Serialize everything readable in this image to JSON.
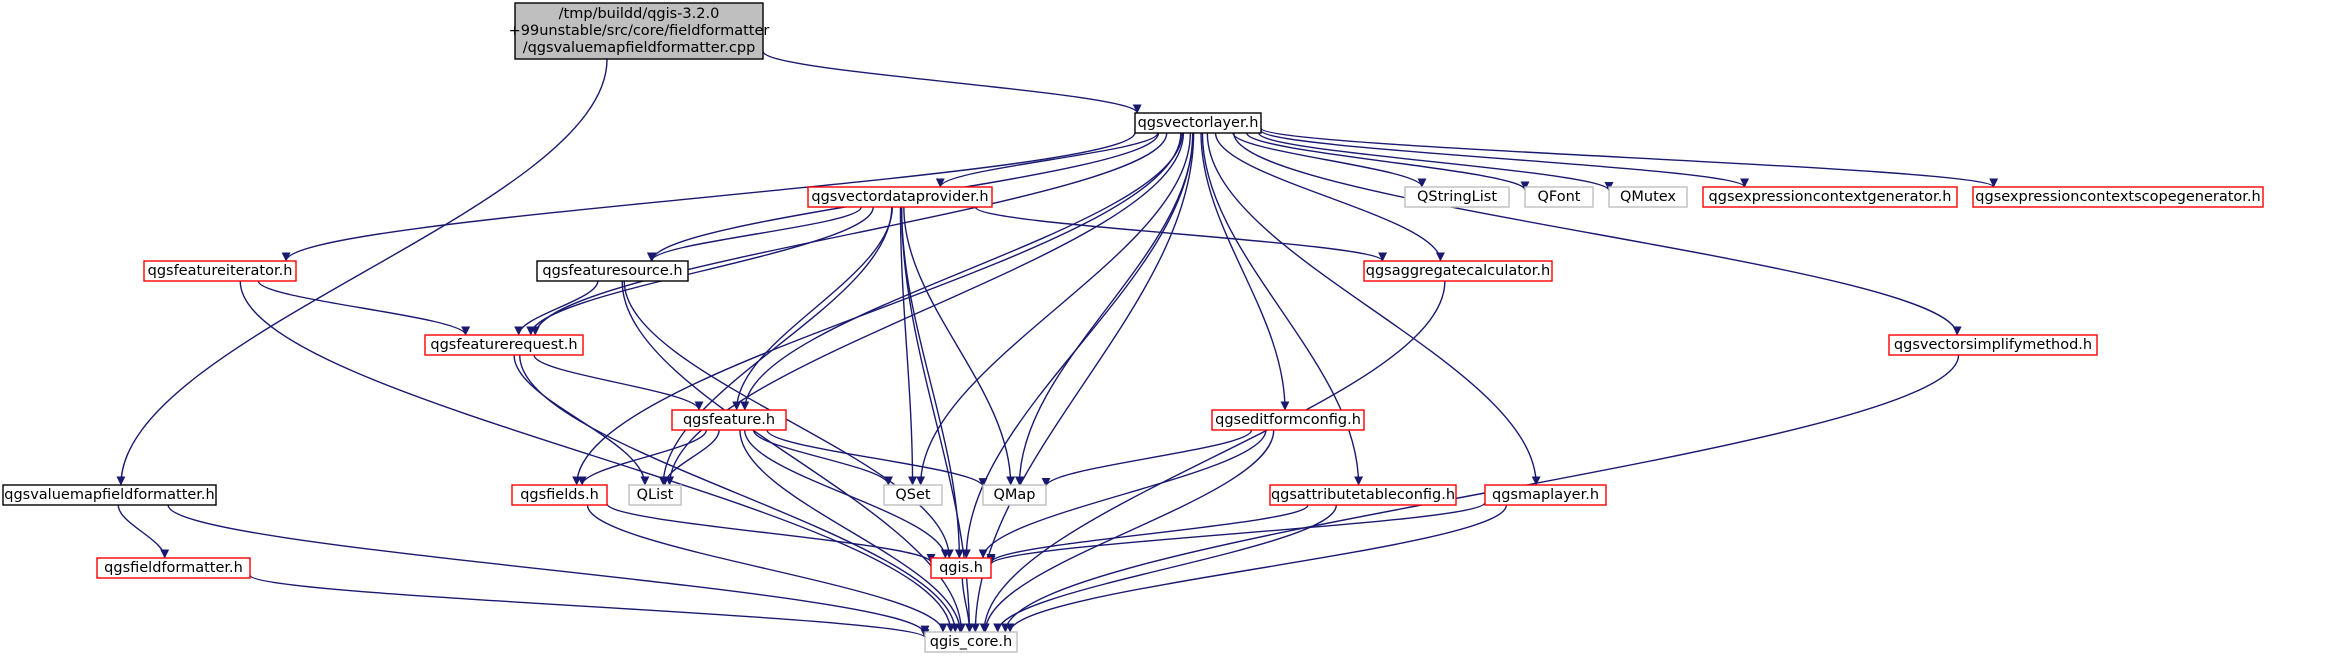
{
  "colors": {
    "edge": "#191970",
    "border_root": "#000000",
    "fill_root": "#bfbfbf",
    "border_documented": "#000000",
    "border_linked": "#ff0000",
    "border_external": "#bfbfbf",
    "fill_default": "#ffffff"
  },
  "nodes": {
    "root": {
      "lines": [
        "/tmp/buildd/qgis-3.2.0",
        "+99unstable/src/core/fieldformatter",
        "/qgsvaluemapfieldformatter.cpp"
      ],
      "kind": "root"
    },
    "qgsvectorlayer": {
      "lines": [
        "qgsvectorlayer.h"
      ],
      "kind": "documented"
    },
    "qgsvaluemapfieldformatter": {
      "lines": [
        "qgsvaluemapfieldformatter.h"
      ],
      "kind": "documented"
    },
    "qgsfieldformatter": {
      "lines": [
        "qgsfieldformatter.h"
      ],
      "kind": "linked"
    },
    "qgis_core": {
      "lines": [
        "qgis_core.h"
      ],
      "kind": "external"
    },
    "qgsvectordataprovider": {
      "lines": [
        "qgsvectordataprovider.h"
      ],
      "kind": "linked"
    },
    "qstringlist": {
      "lines": [
        "QStringList"
      ],
      "kind": "external"
    },
    "qfont": {
      "lines": [
        "QFont"
      ],
      "kind": "external"
    },
    "qmutex": {
      "lines": [
        "QMutex"
      ],
      "kind": "external"
    },
    "qgsexpressioncontextgenerator": {
      "lines": [
        "qgsexpressioncontextgenerator.h"
      ],
      "kind": "linked"
    },
    "qgsexpressioncontextscopegenerator": {
      "lines": [
        "qgsexpressioncontextscopegenerator.h"
      ],
      "kind": "linked"
    },
    "qgsfeatureiterator": {
      "lines": [
        "qgsfeatureiterator.h"
      ],
      "kind": "linked"
    },
    "qgsfeaturesource": {
      "lines": [
        "qgsfeaturesource.h"
      ],
      "kind": "documented"
    },
    "qgsaggregatecalculator": {
      "lines": [
        "qgsaggregatecalculator.h"
      ],
      "kind": "linked"
    },
    "qgsvectorsimplifymethod": {
      "lines": [
        "qgsvectorsimplifymethod.h"
      ],
      "kind": "linked"
    },
    "qgsfeaturerequest": {
      "lines": [
        "qgsfeaturerequest.h"
      ],
      "kind": "linked"
    },
    "qgsfeature": {
      "lines": [
        "qgsfeature.h"
      ],
      "kind": "linked"
    },
    "qgseditformconfig": {
      "lines": [
        "qgseditformconfig.h"
      ],
      "kind": "linked"
    },
    "qgsfields": {
      "lines": [
        "qgsfields.h"
      ],
      "kind": "linked"
    },
    "qlist": {
      "lines": [
        "QList"
      ],
      "kind": "external"
    },
    "qset": {
      "lines": [
        "QSet"
      ],
      "kind": "external"
    },
    "qmap": {
      "lines": [
        "QMap"
      ],
      "kind": "external"
    },
    "qgsattributetableconfig": {
      "lines": [
        "qgsattributetableconfig.h"
      ],
      "kind": "linked"
    },
    "qgsmaplayer": {
      "lines": [
        "qgsmaplayer.h"
      ],
      "kind": "linked"
    },
    "qgis": {
      "lines": [
        "qgis.h"
      ],
      "kind": "linked"
    }
  },
  "edges": [
    [
      "root",
      "qgsvectorlayer"
    ],
    [
      "root",
      "qgsvaluemapfieldformatter"
    ],
    [
      "qgsvaluemapfieldformatter",
      "qgsfieldformatter"
    ],
    [
      "qgsvaluemapfieldformatter",
      "qgis_core"
    ],
    [
      "qgsfieldformatter",
      "qgis_core"
    ],
    [
      "qgsvectorlayer",
      "qgsvectordataprovider"
    ],
    [
      "qgsvectorlayer",
      "qstringlist"
    ],
    [
      "qgsvectorlayer",
      "qfont"
    ],
    [
      "qgsvectorlayer",
      "qmutex"
    ],
    [
      "qgsvectorlayer",
      "qgsexpressioncontextgenerator"
    ],
    [
      "qgsvectorlayer",
      "qgsexpressioncontextscopegenerator"
    ],
    [
      "qgsvectorlayer",
      "qgsfeatureiterator"
    ],
    [
      "qgsvectorlayer",
      "qgsfeaturesource"
    ],
    [
      "qgsvectorlayer",
      "qgsaggregatecalculator"
    ],
    [
      "qgsvectorlayer",
      "qgsvectorsimplifymethod"
    ],
    [
      "qgsvectorlayer",
      "qgsfeaturerequest"
    ],
    [
      "qgsvectorlayer",
      "qgsfeature"
    ],
    [
      "qgsvectorlayer",
      "qgseditformconfig"
    ],
    [
      "qgsvectorlayer",
      "qgsattributetableconfig"
    ],
    [
      "qgsvectorlayer",
      "qgsmaplayer"
    ],
    [
      "qgsvectorlayer",
      "qgsfields"
    ],
    [
      "qgsvectorlayer",
      "qlist"
    ],
    [
      "qgsvectorlayer",
      "qset"
    ],
    [
      "qgsvectorlayer",
      "qmap"
    ],
    [
      "qgsvectorlayer",
      "qgis"
    ],
    [
      "qgsvectorlayer",
      "qgis_core"
    ],
    [
      "qgsvectordataprovider",
      "qgsfeaturesource"
    ],
    [
      "qgsvectordataprovider",
      "qgsfeaturerequest"
    ],
    [
      "qgsvectordataprovider",
      "qgsaggregatecalculator"
    ],
    [
      "qgsvectordataprovider",
      "qgsfeature"
    ],
    [
      "qgsvectordataprovider",
      "qlist"
    ],
    [
      "qgsvectordataprovider",
      "qset"
    ],
    [
      "qgsvectordataprovider",
      "qmap"
    ],
    [
      "qgsvectordataprovider",
      "qgis"
    ],
    [
      "qgsvectordataprovider",
      "qgis_core"
    ],
    [
      "qgsfeatureiterator",
      "qgsfeaturerequest"
    ],
    [
      "qgsfeatureiterator",
      "qgis_core"
    ],
    [
      "qgsfeaturesource",
      "qgsfeaturerequest"
    ],
    [
      "qgsfeaturesource",
      "qgis"
    ],
    [
      "qgsfeaturesource",
      "qgis_core"
    ],
    [
      "qgsfeaturerequest",
      "qgsfeature"
    ],
    [
      "qgsfeaturerequest",
      "qlist"
    ],
    [
      "qgsfeaturerequest",
      "qgis_core"
    ],
    [
      "qgsfeature",
      "qgsfields"
    ],
    [
      "qgsfeature",
      "qlist"
    ],
    [
      "qgsfeature",
      "qset"
    ],
    [
      "qgsfeature",
      "qmap"
    ],
    [
      "qgsfeature",
      "qgis"
    ],
    [
      "qgsfeature",
      "qgis_core"
    ],
    [
      "qgsfields",
      "qgis"
    ],
    [
      "qgsfields",
      "qgis_core"
    ],
    [
      "qgsaggregatecalculator",
      "qgis_core"
    ],
    [
      "qgseditformconfig",
      "qmap"
    ],
    [
      "qgseditformconfig",
      "qgis"
    ],
    [
      "qgseditformconfig",
      "qgis_core"
    ],
    [
      "qgsattributetableconfig",
      "qgis"
    ],
    [
      "qgsattributetableconfig",
      "qgis_core"
    ],
    [
      "qgsmaplayer",
      "qgis"
    ],
    [
      "qgsmaplayer",
      "qgis_core"
    ],
    [
      "qgsvectorsimplifymethod",
      "qgis_core"
    ],
    [
      "qgis",
      "qgis_core"
    ]
  ]
}
